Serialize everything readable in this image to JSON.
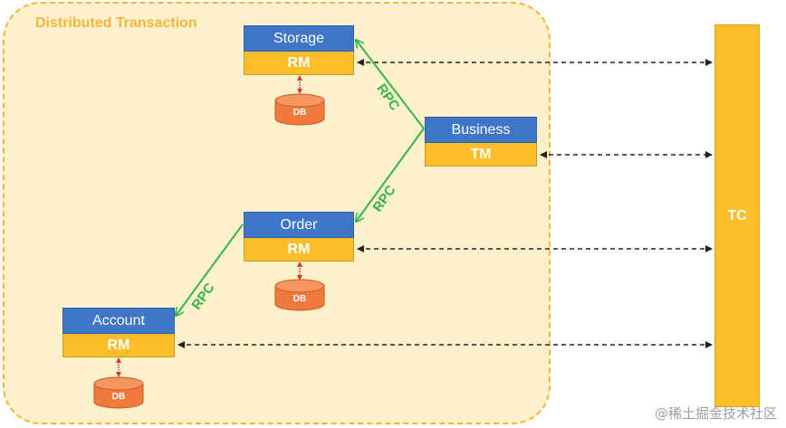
{
  "region": {
    "label": "Distributed Transaction"
  },
  "services": {
    "storage": {
      "name": "Storage",
      "role": "RM",
      "db": "DB"
    },
    "order": {
      "name": "Order",
      "role": "RM",
      "db": "DB"
    },
    "account": {
      "name": "Account",
      "role": "RM",
      "db": "DB"
    },
    "business": {
      "name": "Business",
      "role": "TM"
    }
  },
  "tc": {
    "label": "TC"
  },
  "rpc": {
    "label": "RPC"
  },
  "watermark": "@稀土掘金技术社区",
  "colors": {
    "service_header": "#3f76c7",
    "role_bar": "#fcbd2a",
    "db": "#ef7a3c",
    "rpc_line": "#35b44a",
    "db_link": "#d9342b",
    "region_fill": "#fdf1cc",
    "region_border": "#f4b63a"
  }
}
